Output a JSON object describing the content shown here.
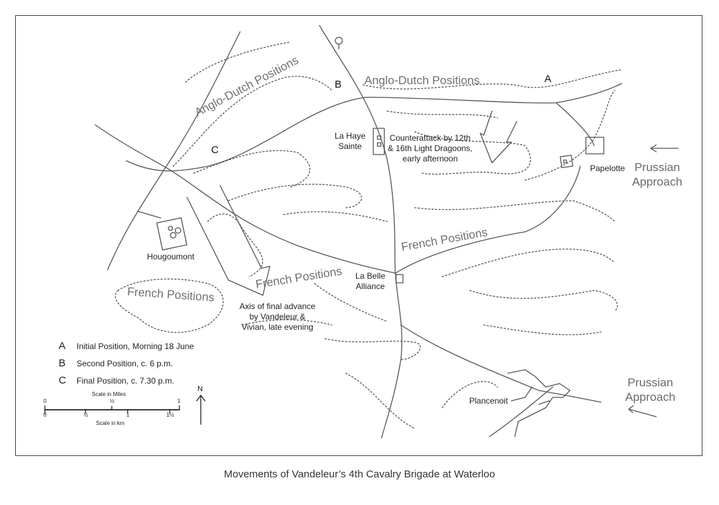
{
  "map": {
    "places": {
      "la_haye_sainte": "La Haye\nSainte",
      "papelotte": "Papelotte",
      "hougoumont": "Hougoumont",
      "la_belle_alliance": "La Belle\nAlliance",
      "plancenoit": "Plancenoit"
    },
    "positions": {
      "anglo_dutch_left": "Anglo-Dutch Positions",
      "anglo_dutch_top": "Anglo-Dutch Positions",
      "french_center": "French Positions",
      "french_middle": "French Positions",
      "french_left": "French Positions"
    },
    "letters": {
      "a": "A",
      "b": "B",
      "c": "C"
    },
    "notes": {
      "counterattack": "Counterattack by 12th\n& 16th Light Dragoons,\nearly afternoon",
      "final_advance": "Axis of final advance\nby Vandeleur &\nVivian, late evening"
    },
    "prussian_upper": "Prussian\nApproach",
    "prussian_lower": "Prussian\nApproach",
    "north": "N"
  },
  "legend": [
    {
      "key": "A",
      "text": "Initial Position, Morning 18 June"
    },
    {
      "key": "B",
      "text": "Second Position, c. 6 p.m."
    },
    {
      "key": "C",
      "text": "Final Position, c. 7.30 p.m."
    }
  ],
  "scale": {
    "miles_title": "Scale in Miles",
    "km_title": "Scale in km",
    "miles_ticks": [
      "0",
      "½",
      "1"
    ],
    "km_ticks": [
      "0",
      "½",
      "1",
      "1½"
    ]
  },
  "caption": "Movements of Vandeleur’s 4th Cavalry Brigade at Waterloo"
}
